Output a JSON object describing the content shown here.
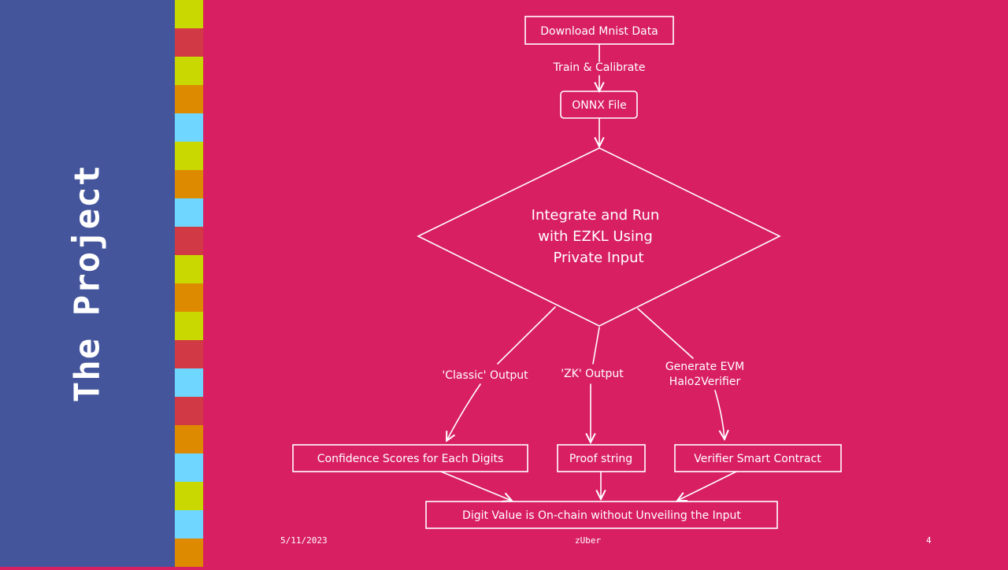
{
  "slide": {
    "title": "The Project",
    "footer": {
      "date": "5/11/2023",
      "center": "zUber",
      "page": "4"
    }
  },
  "theme": {
    "background": "#d81f62",
    "sidebar": "#44559c",
    "ink": "#ffffff",
    "stripe_colors": [
      "#c8d800",
      "#d13a44",
      "#c8d800",
      "#dd8a00",
      "#6fd7ff",
      "#c8d800",
      "#dd8a00",
      "#6fd7ff",
      "#d13a44",
      "#c8d800",
      "#dd8a00",
      "#c8d800",
      "#d13a44",
      "#6fd7ff",
      "#d13a44",
      "#dd8a00",
      "#6fd7ff",
      "#c8d800",
      "#6fd7ff",
      "#dd8a00"
    ]
  },
  "diagram": {
    "nodes": {
      "download": "Download Mnist Data",
      "onnx": "ONNX File",
      "integrate": [
        "Integrate and Run",
        "with EZKL Using",
        "Private Input"
      ],
      "confidence": "Confidence Scores for Each Digits",
      "proof": "Proof string",
      "verifier": "Verifier Smart Contract",
      "result": "Digit Value is On-chain without Unveiling the Input"
    },
    "edges": {
      "train": "Train & Calibrate",
      "classic": "'Classic' Output",
      "zk": "'ZK' Output",
      "evm": [
        "Generate EVM",
        "Halo2Verifier"
      ]
    }
  }
}
